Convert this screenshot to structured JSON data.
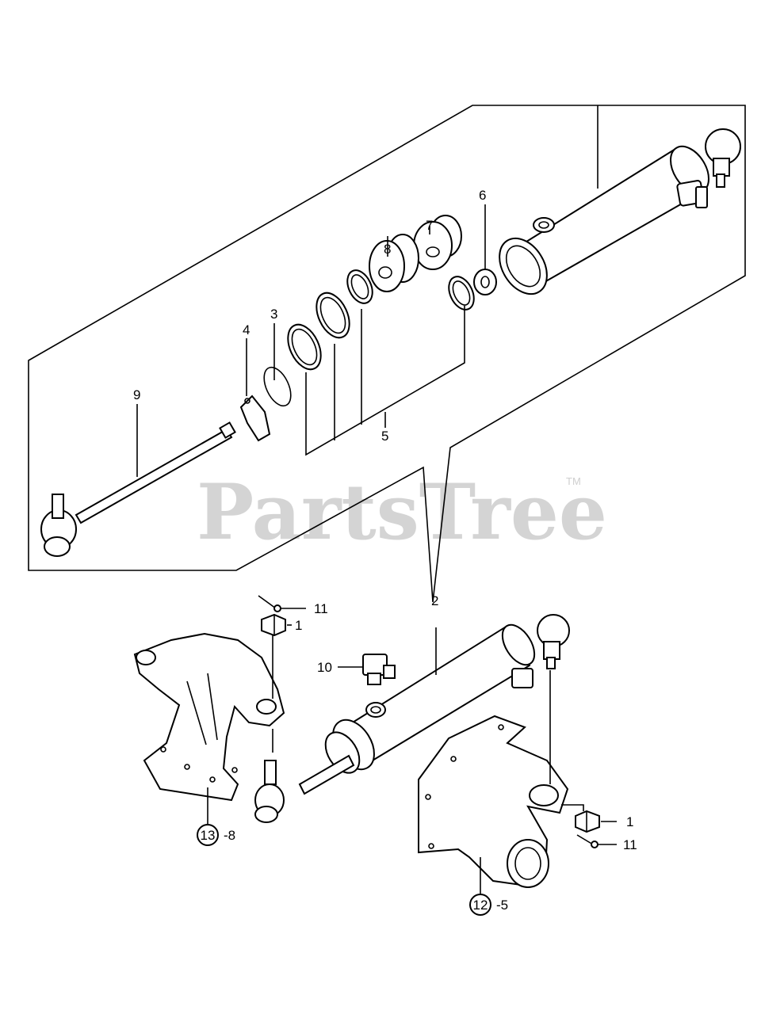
{
  "watermark": {
    "text": "PartsTree",
    "trademark": "TM"
  },
  "callouts": {
    "c1a": "1",
    "c1b": "1",
    "c2": "2",
    "c3": "3",
    "c4": "4",
    "c5": "5",
    "c6": "6",
    "c7": "7",
    "c8": "8",
    "c9": "9",
    "c10": "10",
    "c11a": "11",
    "c11b": "11"
  },
  "refs": {
    "r13": {
      "num": "13",
      "suffix": "-8"
    },
    "r12": {
      "num": "12",
      "suffix": "-5"
    }
  }
}
